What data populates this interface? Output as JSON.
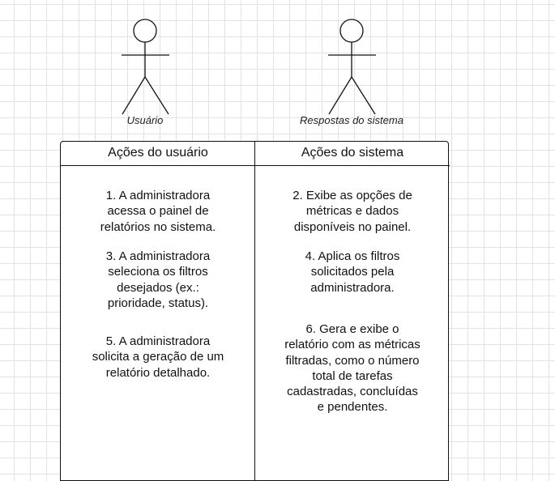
{
  "actors": {
    "user": "Usuário",
    "system": "Respostas do sistema"
  },
  "lanes": {
    "user_header": "Ações do usuário",
    "system_header": "Ações do sistema"
  },
  "steps": {
    "s1": "1. A administradora\nacessa o painel de\nrelatórios no sistema.",
    "s3": "3. A administradora\nseleciona os filtros\ndesejados (ex.:\nprioridade, status).",
    "s5": "5. A administradora\nsolicita a geração de um\nrelatório detalhado.",
    "s2": "2. Exibe as opções de\nmétricas e dados\ndisponíveis no painel.",
    "s4": "4. Aplica os filtros\nsolicitados pela\nadministradora.",
    "s6": "6. Gera e exibe o\nrelatório com as métricas\nfiltradas, como o número\ntotal de tarefas\ncadastradas, concluídas\ne pendentes."
  }
}
